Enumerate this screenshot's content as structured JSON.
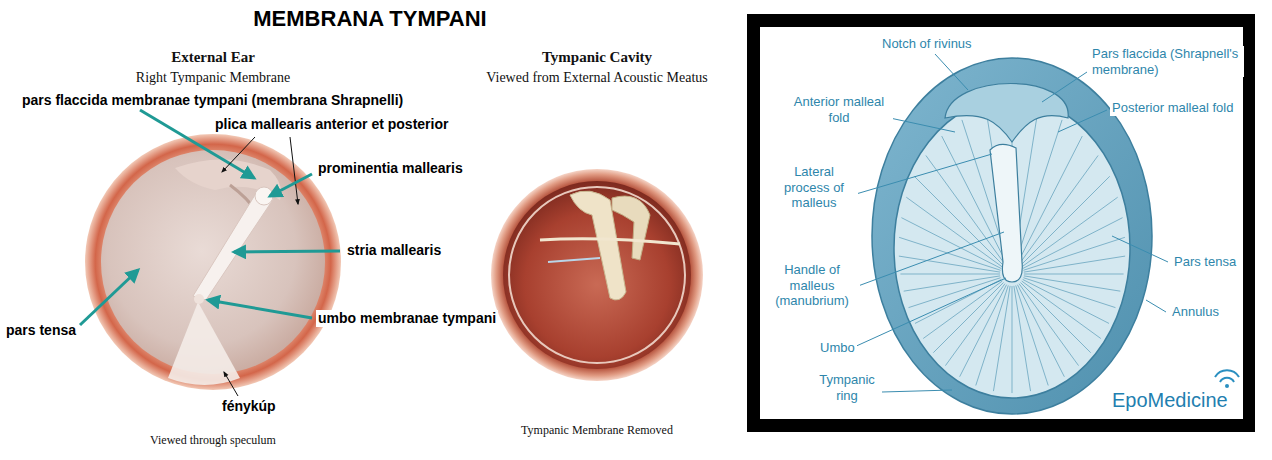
{
  "diagram": {
    "title": "MEMBRANA TYMPANI",
    "labels": [
      "External Ear",
      "Right Tympanic Membrane",
      "pars flaccida membranae tympani (membrana Shrapnelli)",
      "plica mallearis anterior et posterior",
      "prominentia mallearis",
      "stria mallearis",
      "umbo membranae tympani",
      "pars tensa",
      "fénykúp",
      "Viewed through speculum",
      "Tympanic Cavity",
      "Viewed from External Acoustic Meatus",
      "Tympanic Membrane Removed",
      "Notch of rivinus",
      "Pars flaccida (Shrapnell's membrane)",
      "Anterior malleal fold",
      "Posterior malleal fold",
      "Lateral process of malleus",
      "Handle of malleus (manubrium)",
      "Pars tensa",
      "Annulus",
      "Umbo",
      "Tympanic ring",
      "EpoMedicine"
    ]
  }
}
